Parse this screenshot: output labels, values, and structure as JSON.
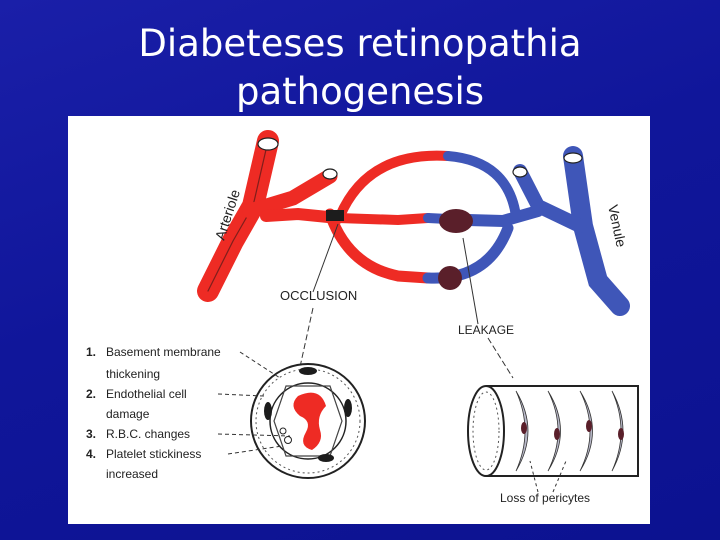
{
  "slide": {
    "title_line1": "Diabeteses retinopathia",
    "title_line2": "pathogenesis",
    "background_color": "#10169a"
  },
  "diagram": {
    "arteriole_label": "Arteriole",
    "venule_label": "Venule",
    "occlusion_label": "OCCLUSION",
    "leakage_label": "LEAKAGE",
    "pericytes_label": "Loss of pericytes",
    "items": [
      {
        "num": "1.",
        "text": "Basement membrane",
        "text2": "thickening"
      },
      {
        "num": "2.",
        "text": "Endothelial cell",
        "text2": "damage"
      },
      {
        "num": "3.",
        "text": "R.B.C. changes",
        "text2": ""
      },
      {
        "num": "4.",
        "text": "Platelet stickiness",
        "text2": "increased"
      }
    ],
    "colors": {
      "arterial": "#ee2b24",
      "venous": "#3f56b8",
      "occluded": "#1c1c1c",
      "leak": "#5a1f2a"
    }
  }
}
